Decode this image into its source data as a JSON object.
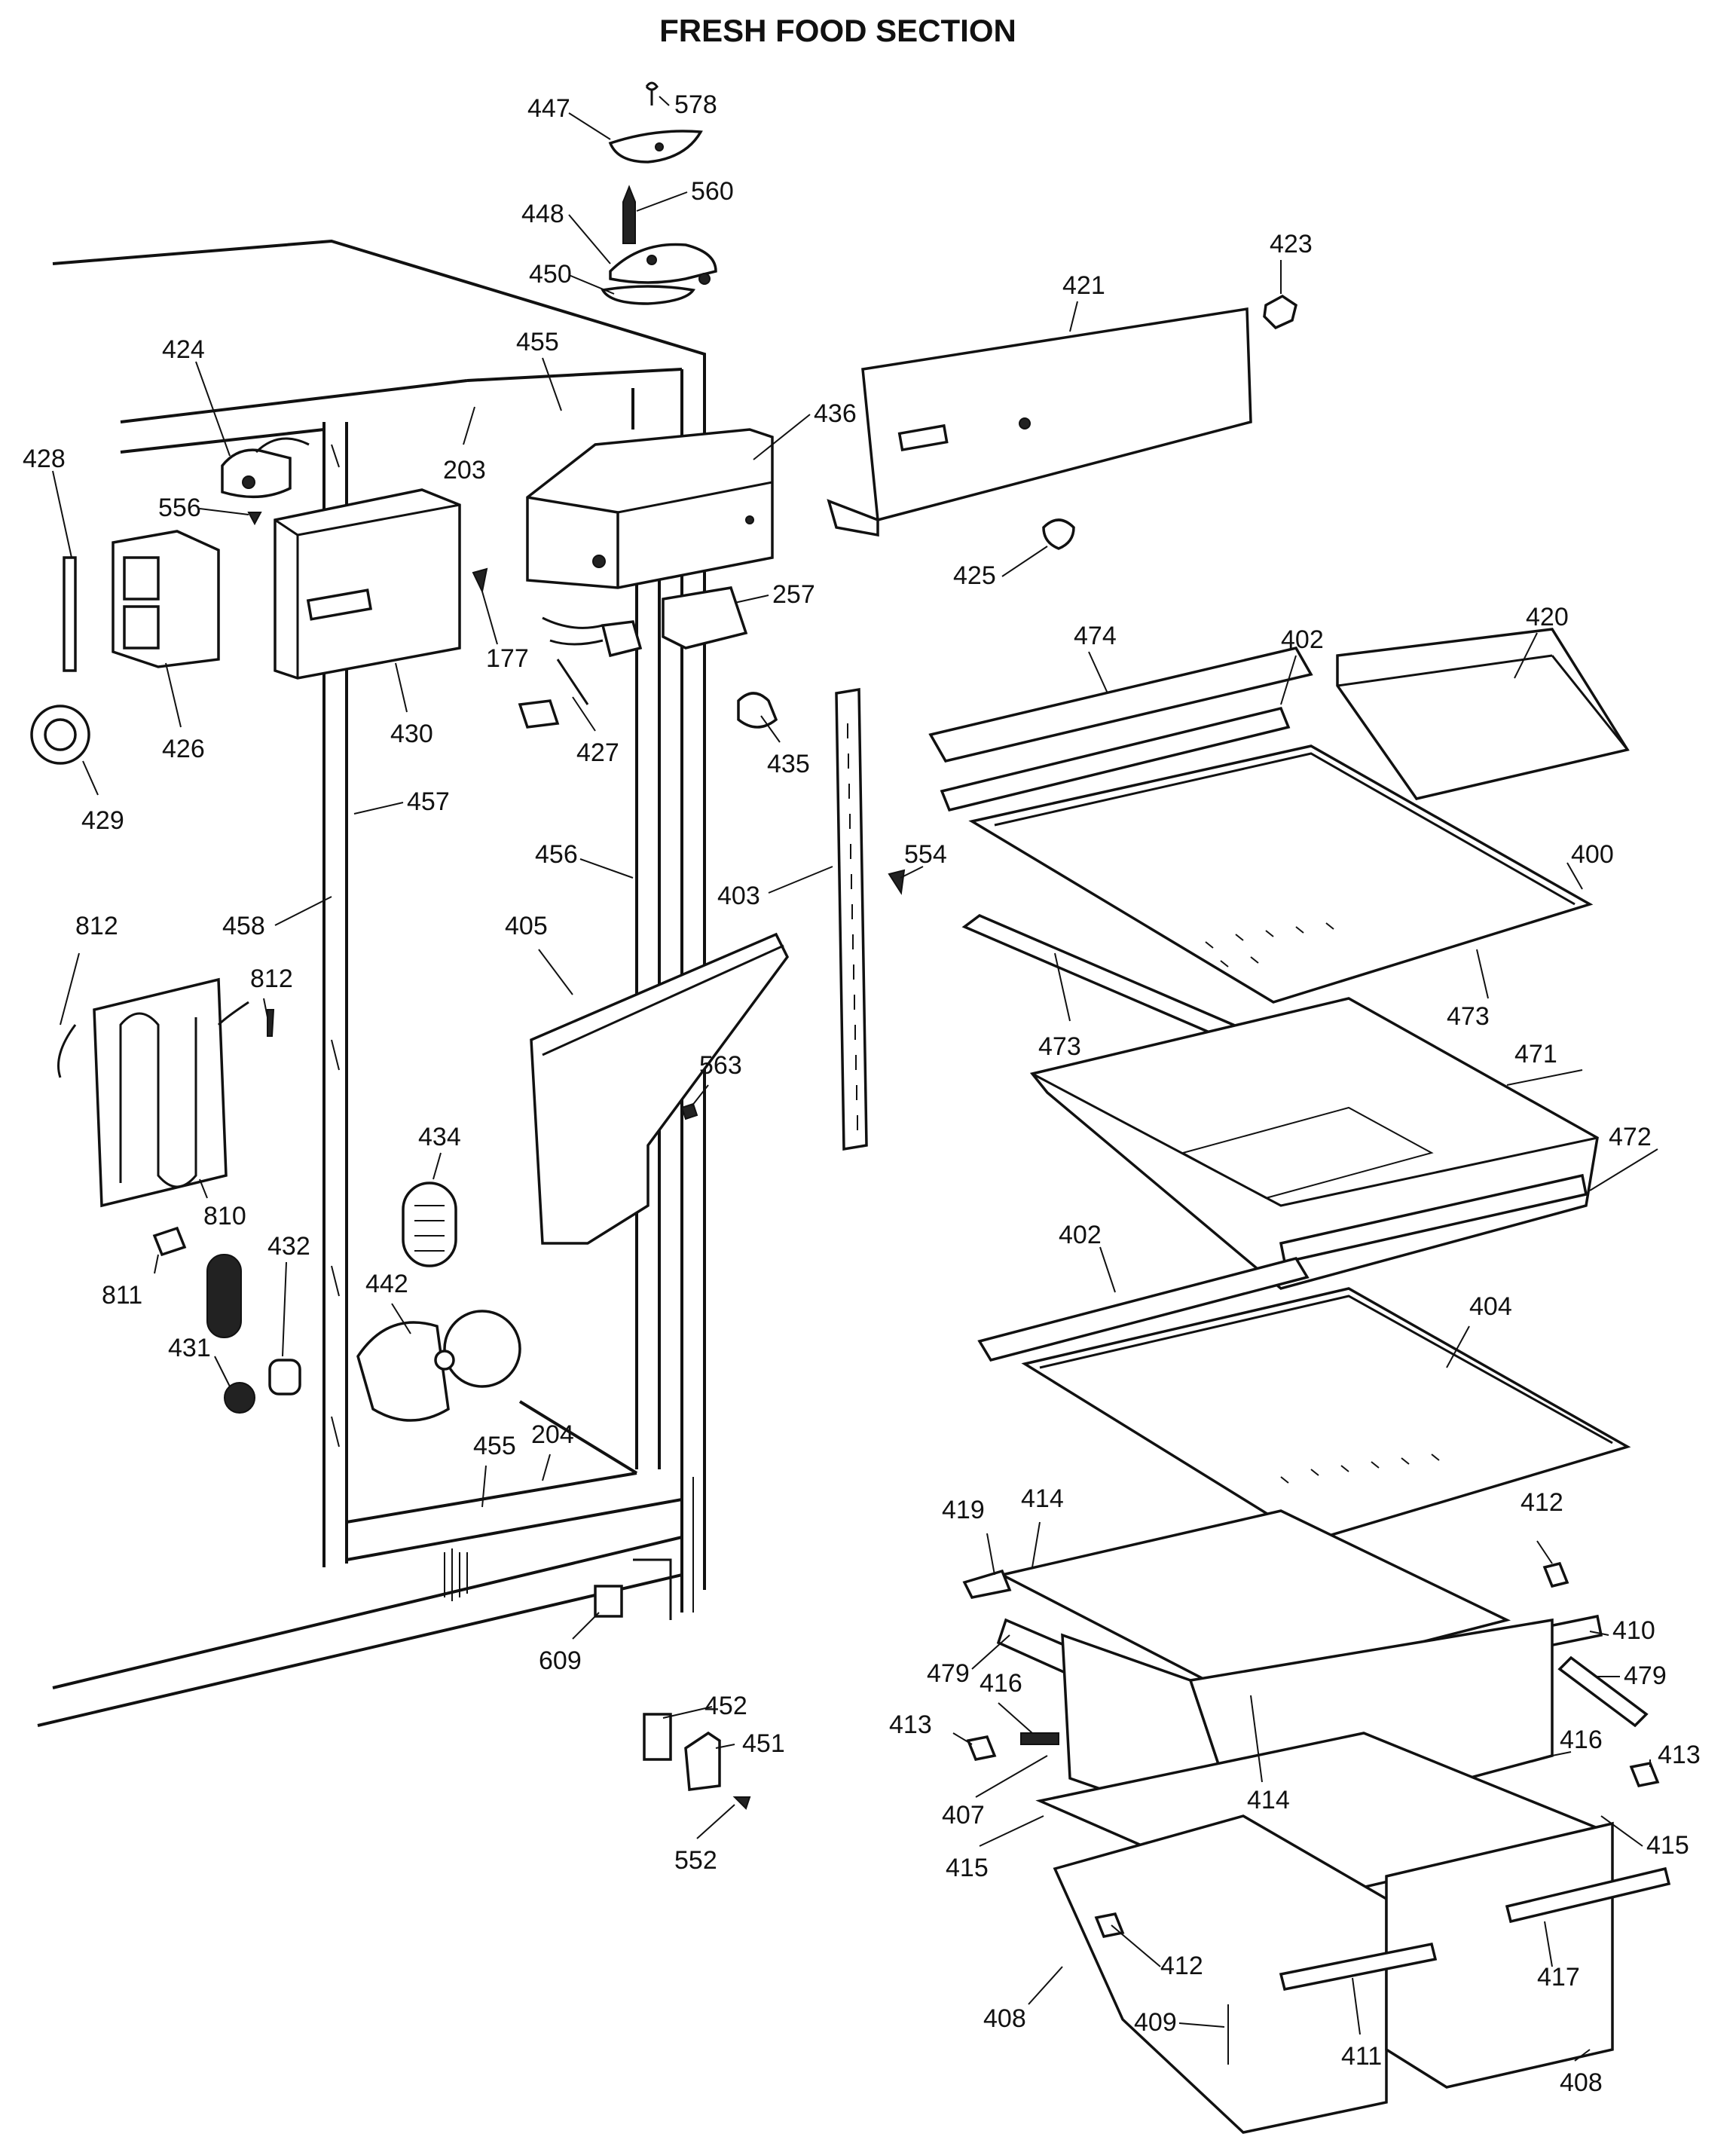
{
  "title": "FRESH FOOD SECTION",
  "part_labels": {
    "p447": "447",
    "p578": "578",
    "p448": "448",
    "p560": "560",
    "p450": "450",
    "p423": "423",
    "p421": "421",
    "p424": "424",
    "p455a": "455",
    "p436": "436",
    "p428": "428",
    "p203": "203",
    "p556": "556",
    "p257": "257",
    "p425": "425",
    "p177": "177",
    "p474": "474",
    "p402a": "402",
    "p420": "420",
    "p426": "426",
    "p430": "430",
    "p427": "427",
    "p435": "435",
    "p429": "429",
    "p457": "457",
    "p456": "456",
    "p554": "554",
    "p400": "400",
    "p403": "403",
    "p812a": "812",
    "p458": "458",
    "p405": "405",
    "p812b": "812",
    "p473a": "473",
    "p473b": "473",
    "p563": "563",
    "p471": "471",
    "p434": "434",
    "p810": "810",
    "p472": "472",
    "p432": "432",
    "p402b": "402",
    "p811": "811",
    "p442": "442",
    "p404": "404",
    "p431": "431",
    "p455b": "455",
    "p204": "204",
    "p419": "419",
    "p414a": "414",
    "p412a": "412",
    "p609": "609",
    "p410": "410",
    "p479a": "479",
    "p416a": "416",
    "p479b": "479",
    "p452": "452",
    "p413a": "413",
    "p451": "451",
    "p414b": "414",
    "p416b": "416",
    "p413b": "413",
    "p407": "407",
    "p552": "552",
    "p415a": "415",
    "p415b": "415",
    "p412b": "412",
    "p417": "417",
    "p408a": "408",
    "p409": "409",
    "p411": "411",
    "p408b": "408"
  }
}
